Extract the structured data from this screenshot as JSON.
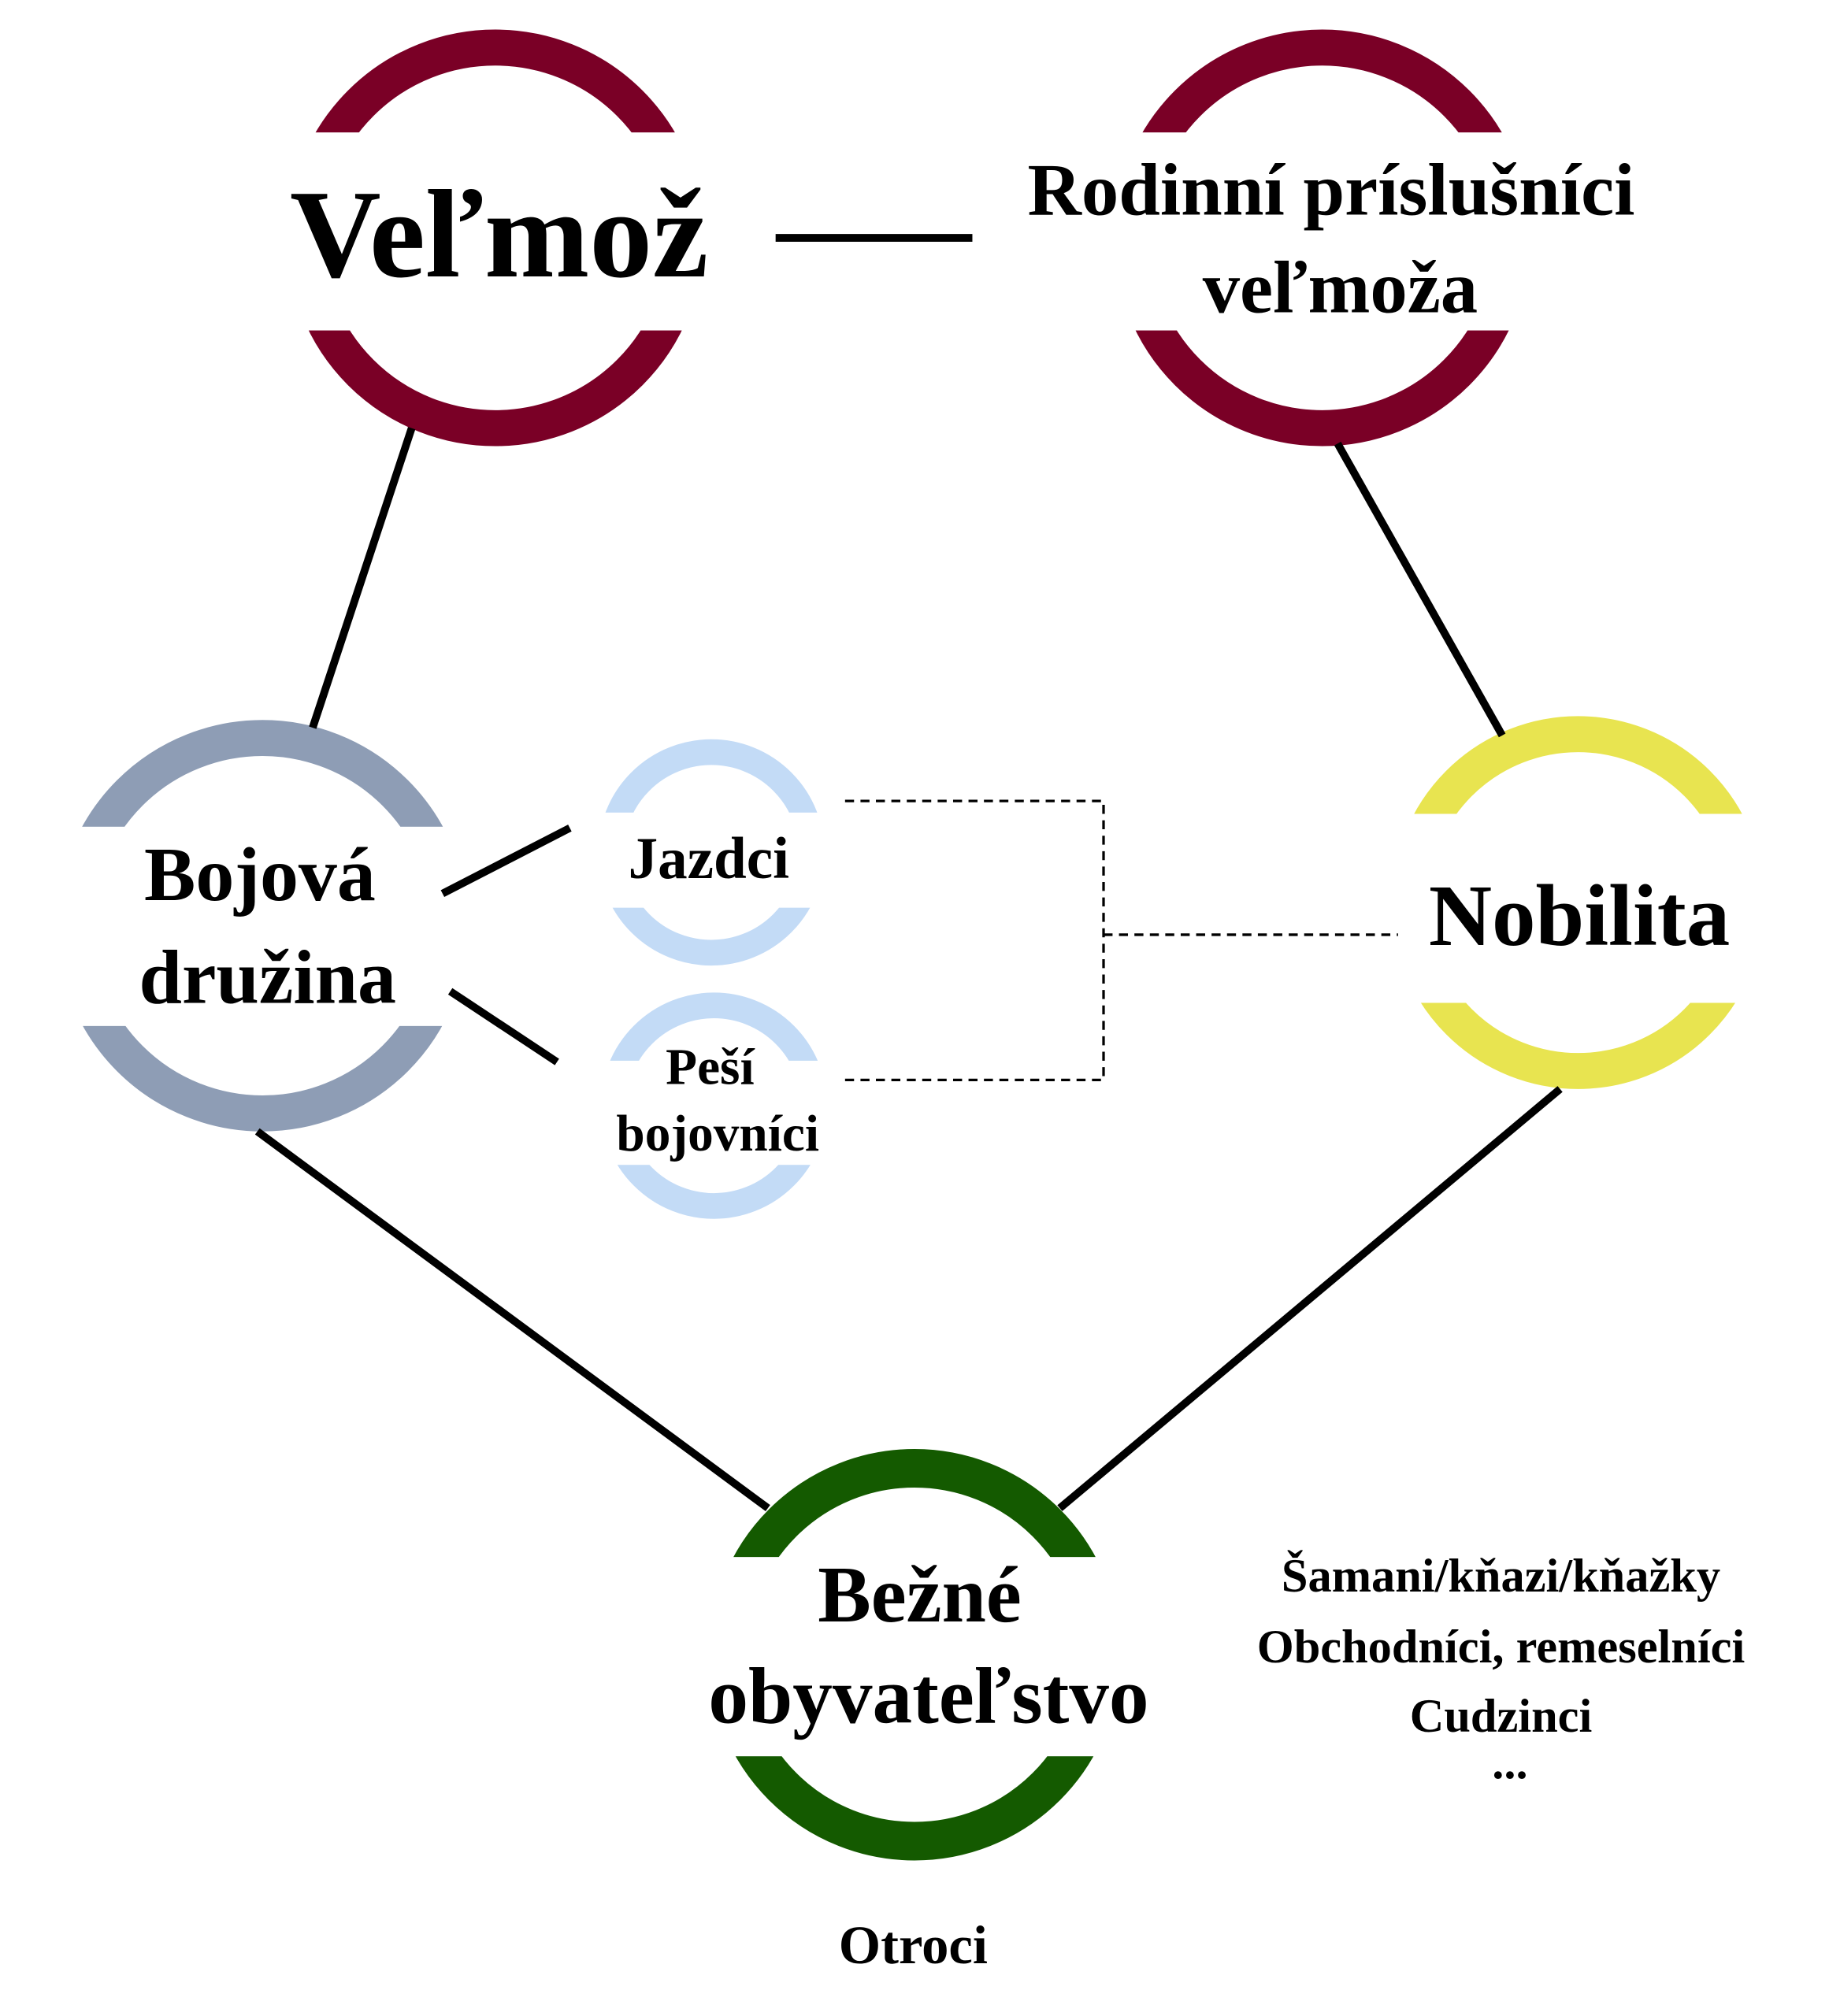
{
  "colors": {
    "velmoz": "#7a0026",
    "druzina": "#8e9db5",
    "light_blue": "#c3dbf6",
    "nobilita": "#e8e450",
    "bezne": "#145a00",
    "line": "#000000"
  },
  "nodes": {
    "velmoz": "Veľmož",
    "rodinni_line1": "Rodinní príslušníci",
    "rodinni_line2": "veľmoža",
    "bojova_line1": "Bojová",
    "bojova_line2": "družina",
    "jazdci": "Jazdci",
    "pesi_line1": "Peší",
    "pesi_line2": "bojovníci",
    "nobilita": "Nobilita",
    "bezne_line1": "Bežné",
    "bezne_line2": "obyvateľstvo"
  },
  "others": [
    "Šamani/kňazi/kňažky",
    "Obchodníci, remeselníci",
    "Cudzinci",
    "..."
  ],
  "otroci": "Otroci"
}
